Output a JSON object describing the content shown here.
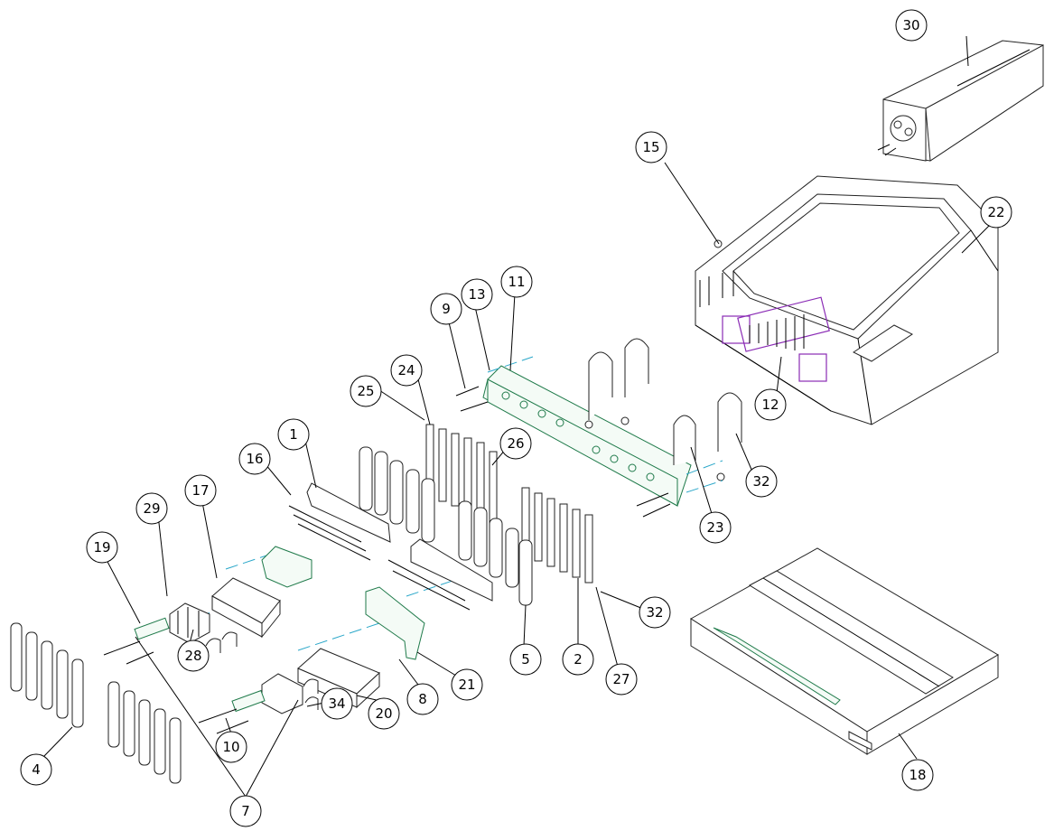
{
  "callouts": [
    "1",
    "2",
    "4",
    "5",
    "7",
    "8",
    "9",
    "10",
    "11",
    "12",
    "13",
    "15",
    "16",
    "17",
    "18",
    "19",
    "20",
    "21",
    "22",
    "23",
    "24",
    "25",
    "26",
    "27",
    "28",
    "29",
    "30",
    "32",
    "32",
    "34"
  ],
  "colors": {
    "line": "#000000",
    "board": "#1f7a4a",
    "highlight": "#8a2bb5",
    "axis": "#2aa7c9"
  }
}
